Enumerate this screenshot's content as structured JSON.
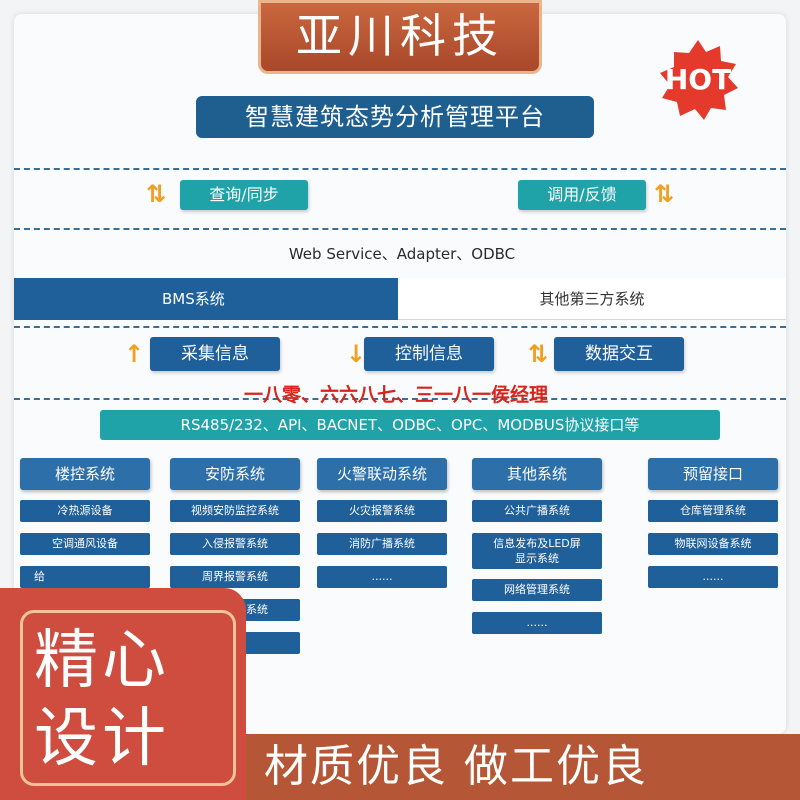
{
  "brand": "亚川科技",
  "hot_badge": "HOT",
  "title": "智慧建筑态势分析管理平台",
  "top_buttons": {
    "left": "查询/同步",
    "right": "调用/反馈"
  },
  "protocols_top": "Web Service、Adapter、ODBC",
  "bms": "BMS系统",
  "third_party": "其他第三方系统",
  "mid_buttons": [
    "采集信息",
    "控制信息",
    "数据交互"
  ],
  "phone_watermark": "一八零、六六八七、三一八一侯经理",
  "protocols_bottom": "RS485/232、API、BACNET、ODBC、OPC、MODBUS协议接口等",
  "columns": [
    {
      "head": "楼控系统",
      "items": [
        "冷热源设备",
        "空调通风设备",
        "给",
        ""
      ]
    },
    {
      "head": "安防系统",
      "items": [
        "视频安防监控系统",
        "入侵报警系统",
        "周界报警系统",
        "门禁管理系统",
        "......"
      ]
    },
    {
      "head": "火警联动系统",
      "items": [
        "火灾报警系统",
        "消防广播系统",
        "......"
      ]
    },
    {
      "head": "其他系统",
      "items": [
        "公共广播系统",
        [
          "信息发布及LED屏",
          "显示系统"
        ],
        "网络管理系统",
        "......"
      ]
    },
    {
      "head": "预留接口",
      "items": [
        "仓库管理系统",
        "物联网设备系统",
        "......"
      ]
    }
  ],
  "stamp": [
    "精心",
    "设计"
  ],
  "bottom_slogan": "材质优良  做工优良",
  "colors": {
    "navy": "#1f5f9a",
    "teal": "#1fa3a8",
    "orange_arrow": "#f0a020",
    "accent_red": "#d9231b",
    "brand_brown": "#b55636"
  }
}
